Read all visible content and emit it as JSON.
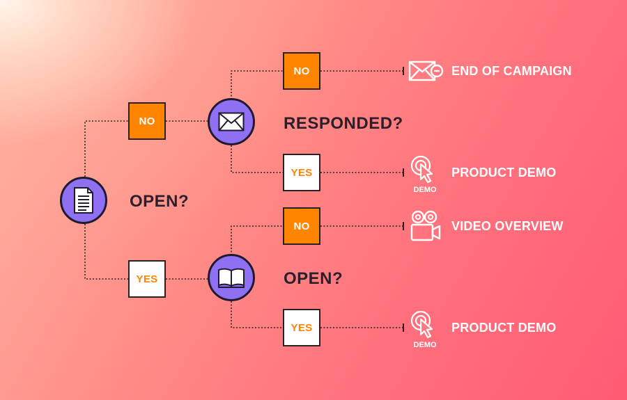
{
  "nodes": {
    "root": {
      "icon": "document-icon",
      "question": "OPEN?"
    },
    "email": {
      "icon": "envelope-icon",
      "question": "RESPONDED?"
    },
    "book": {
      "icon": "open-book-icon",
      "question": "OPEN?"
    }
  },
  "labels": {
    "no": "NO",
    "yes": "YES"
  },
  "outcomes": [
    {
      "icon": "envelope-minus-icon",
      "label": "END OF CAMPAIGN"
    },
    {
      "icon": "demo-click-icon",
      "label": "PRODUCT DEMO",
      "icon_text": "DEMO"
    },
    {
      "icon": "video-camera-icon",
      "label": "VIDEO OVERVIEW"
    },
    {
      "icon": "demo-click-icon",
      "label": "PRODUCT DEMO",
      "icon_text": "DEMO"
    }
  ],
  "colors": {
    "node_fill": "#8f6ff2",
    "no_fill": "#ff8400",
    "yes_fill": "#ffffff",
    "connector": "#2a2020"
  }
}
